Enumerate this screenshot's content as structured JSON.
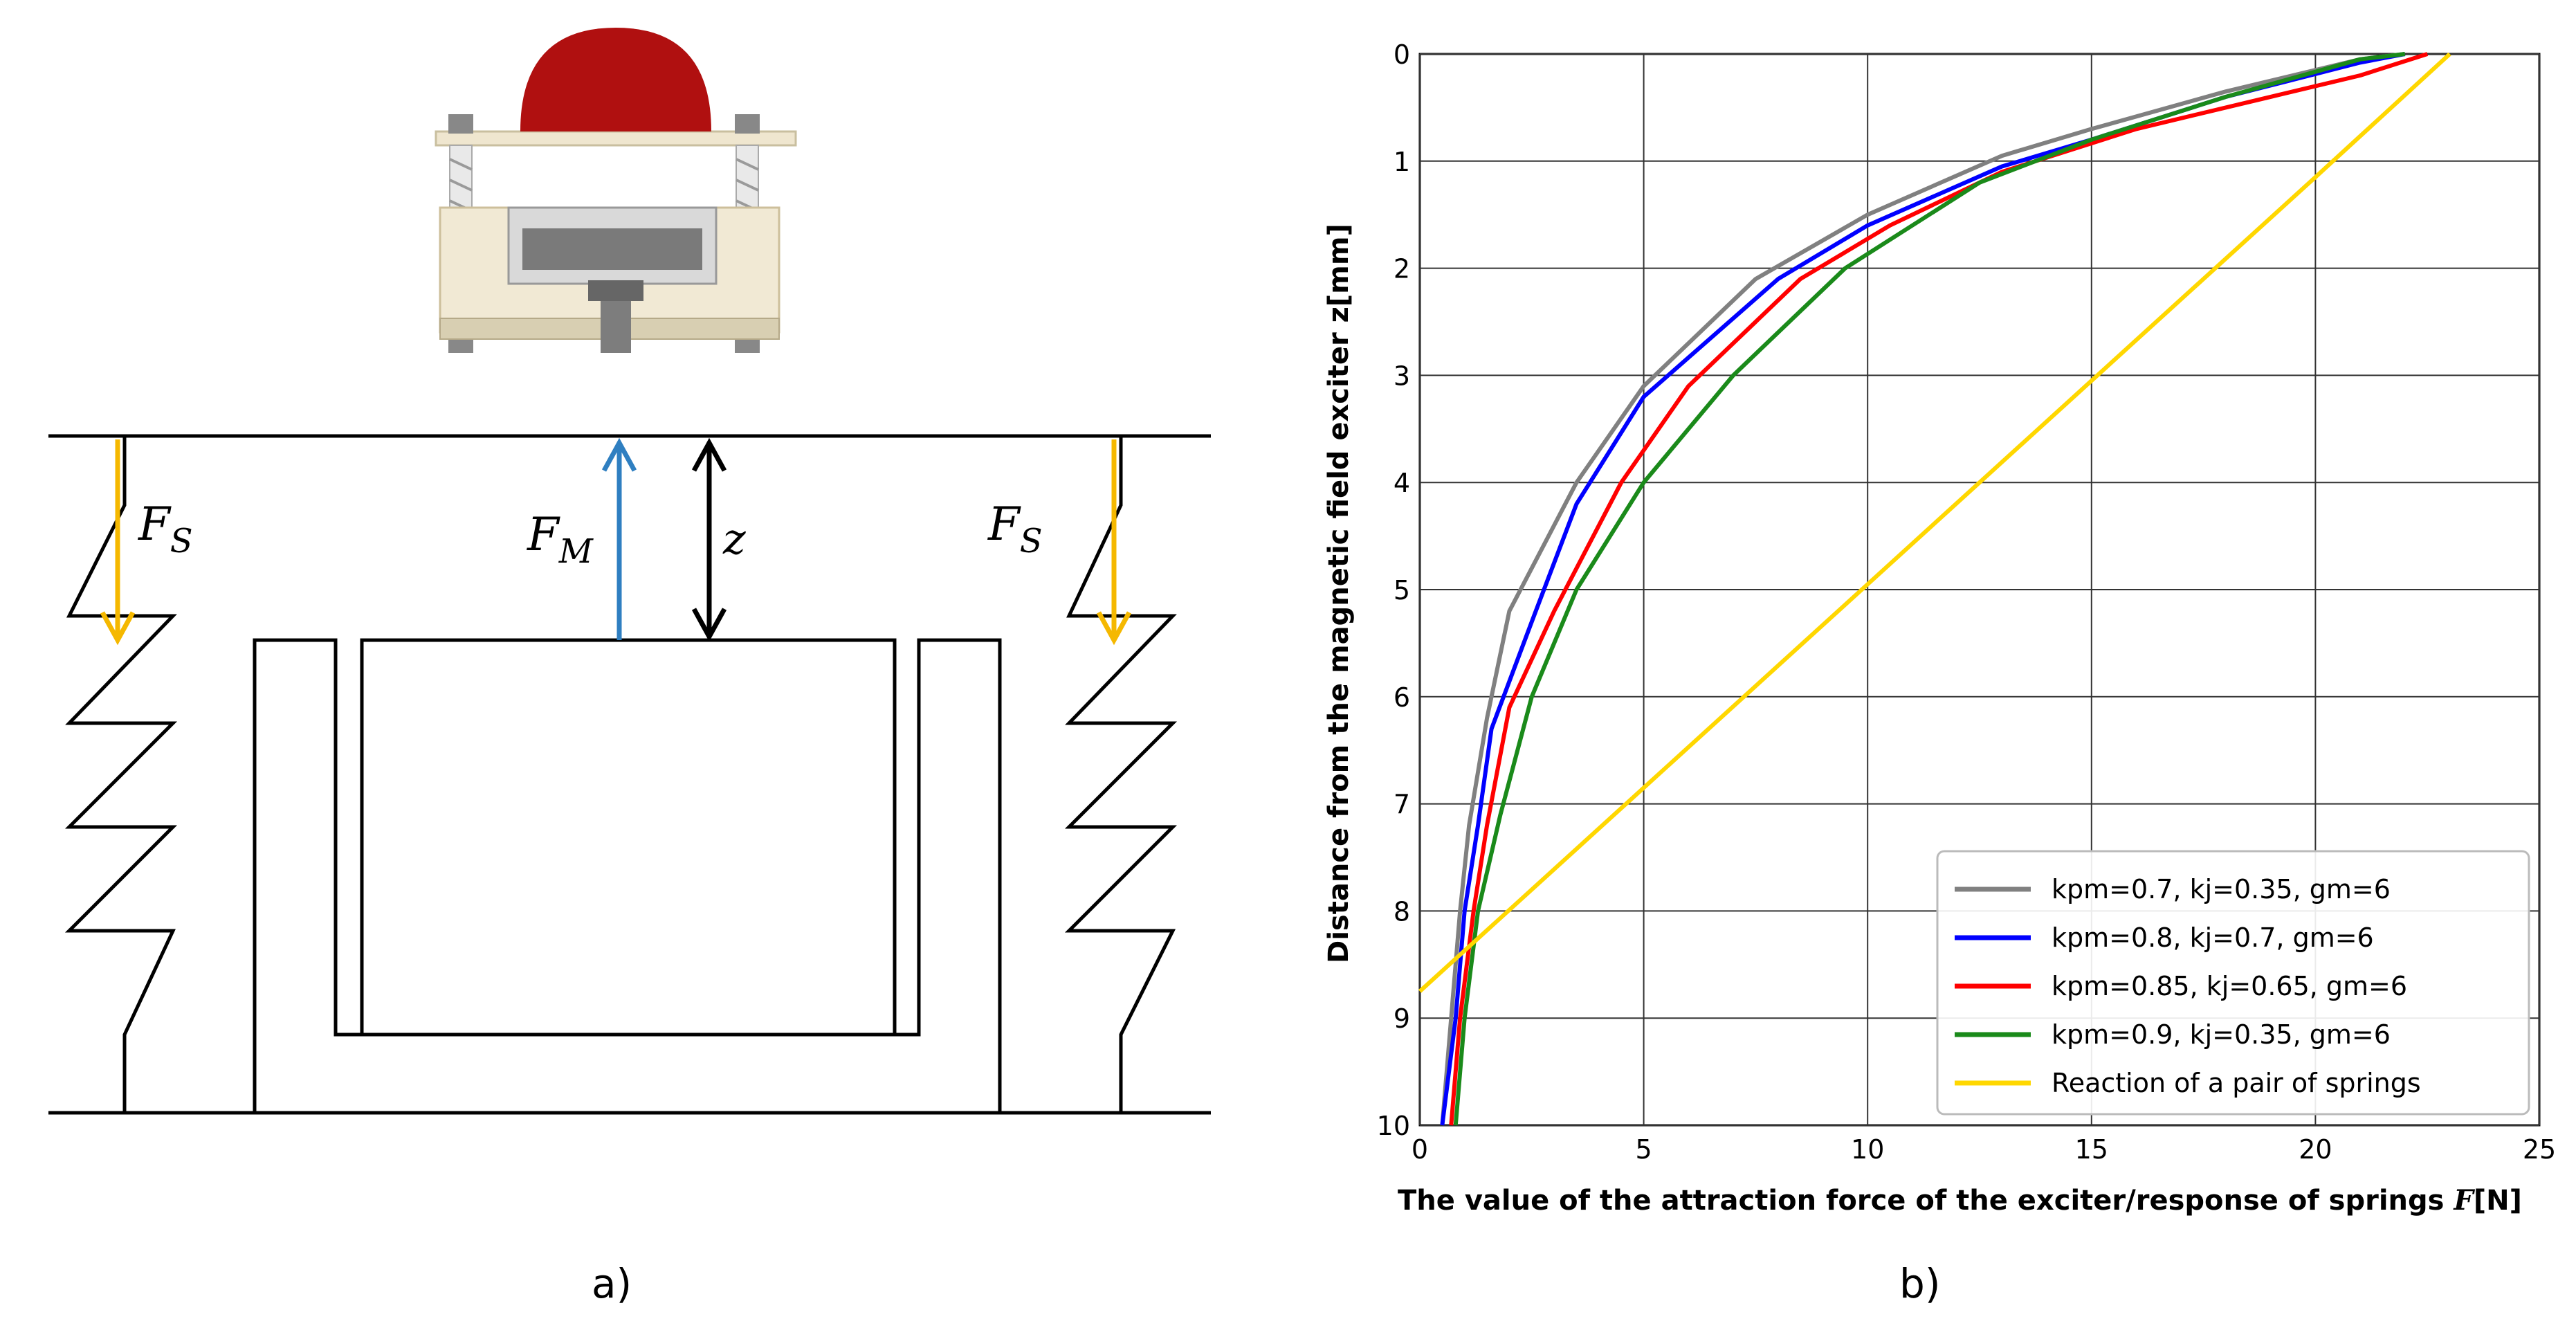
{
  "panel_a": {
    "label": "a)",
    "force_spring_left": "F",
    "force_spring_left_sub": "S",
    "force_spring_right": "F",
    "force_spring_right_sub": "S",
    "force_magnet": "F",
    "force_magnet_sub": "M",
    "gap_label": "z",
    "colors": {
      "spring_arrow": "#f5b800",
      "magnet_arrow": "#2f7fc1",
      "gap_arrow": "#000000",
      "knob": "#b01010"
    }
  },
  "panel_b": {
    "label": "b)"
  },
  "chart_data": {
    "type": "line",
    "xlabel": "The value of the attraction force of the exciter/response of springs",
    "xlabel_symbol": "F",
    "xlabel_unit": "[N]",
    "ylabel": "Distance from the magnetic field exciter z[mm]",
    "xlim": [
      0,
      25
    ],
    "ylim": [
      10,
      0
    ],
    "y_inverted": true,
    "xticks": [
      0,
      5,
      10,
      15,
      20,
      25
    ],
    "yticks": [
      0,
      1,
      2,
      3,
      4,
      5,
      6,
      7,
      8,
      9,
      10
    ],
    "grid": true,
    "legend_position": "bottom-right",
    "series": [
      {
        "name": "kpm=0.7, kj=0.35, gm=6",
        "color": "#808080",
        "points": [
          [
            0.5,
            10
          ],
          [
            0.7,
            9
          ],
          [
            0.9,
            8
          ],
          [
            1.1,
            7.2
          ],
          [
            1.5,
            6.2
          ],
          [
            2,
            5.2
          ],
          [
            3.5,
            4
          ],
          [
            5,
            3.1
          ],
          [
            7.5,
            2.1
          ],
          [
            10,
            1.5
          ],
          [
            13,
            0.95
          ],
          [
            15,
            0.7
          ],
          [
            18,
            0.35
          ],
          [
            21,
            0.05
          ],
          [
            22,
            0
          ]
        ]
      },
      {
        "name": "kpm=0.8, kj=0.7, gm=6",
        "color": "#0000ff",
        "points": [
          [
            0.5,
            10
          ],
          [
            0.8,
            9
          ],
          [
            1,
            8
          ],
          [
            1.3,
            7.2
          ],
          [
            1.6,
            6.3
          ],
          [
            2.5,
            5.3
          ],
          [
            3.5,
            4.2
          ],
          [
            5,
            3.2
          ],
          [
            8,
            2.1
          ],
          [
            10,
            1.6
          ],
          [
            13,
            1.05
          ],
          [
            15,
            0.8
          ],
          [
            18,
            0.4
          ],
          [
            21,
            0.08
          ],
          [
            22,
            0
          ]
        ]
      },
      {
        "name": "kpm=0.85, kj=0.65, gm=6",
        "color": "#ff0000",
        "points": [
          [
            0.7,
            10
          ],
          [
            0.9,
            9
          ],
          [
            1.2,
            8
          ],
          [
            1.5,
            7.2
          ],
          [
            2,
            6.1
          ],
          [
            3,
            5.2
          ],
          [
            4.5,
            4
          ],
          [
            6,
            3.1
          ],
          [
            8.5,
            2.1
          ],
          [
            10.5,
            1.6
          ],
          [
            13,
            1.1
          ],
          [
            16,
            0.7
          ],
          [
            19,
            0.4
          ],
          [
            21,
            0.2
          ],
          [
            22.5,
            0
          ]
        ]
      },
      {
        "name": "kpm=0.9, kj=0.35, gm=6",
        "color": "#1a8a1a",
        "points": [
          [
            0.8,
            10
          ],
          [
            1,
            9
          ],
          [
            1.3,
            8
          ],
          [
            1.8,
            7.1
          ],
          [
            2.5,
            6
          ],
          [
            3.5,
            5
          ],
          [
            5,
            4
          ],
          [
            7,
            3
          ],
          [
            9.5,
            2
          ],
          [
            12.5,
            1.2
          ],
          [
            15,
            0.8
          ],
          [
            18,
            0.4
          ],
          [
            21,
            0.05
          ],
          [
            22,
            0
          ]
        ]
      },
      {
        "name": "Reaction of a pair of springs",
        "color": "#ffd700",
        "points": [
          [
            0,
            8.75
          ],
          [
            5,
            6.85
          ],
          [
            10,
            4.95
          ],
          [
            15,
            3.05
          ],
          [
            20,
            1.15
          ],
          [
            23,
            0
          ]
        ]
      }
    ]
  }
}
